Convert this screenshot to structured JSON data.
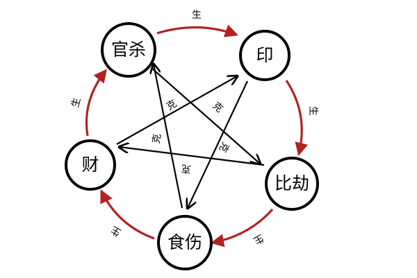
{
  "nodes": {
    "guansha": "官杀",
    "yin": "印",
    "bijie": "比劫",
    "shishang": "食伤",
    "cai": "财"
  },
  "edge_labels": {
    "generate": "生",
    "control": "克"
  },
  "colors": {
    "generate_arrow": "#b22222",
    "control_arrow": "#000000"
  }
}
